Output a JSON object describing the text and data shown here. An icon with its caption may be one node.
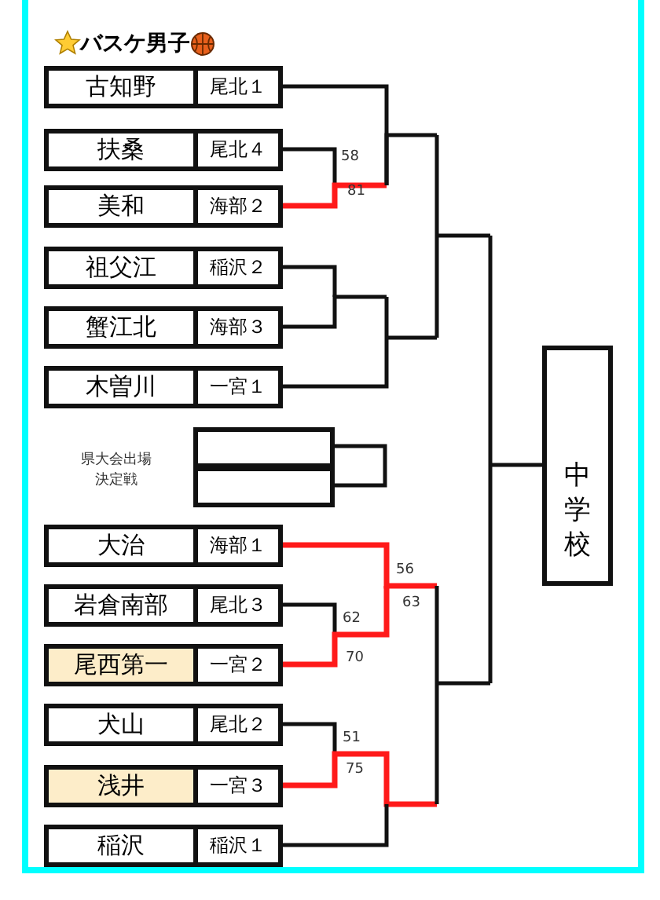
{
  "diagram": {
    "title": "バスケ男子",
    "nodes": [
      {
        "text": [
          "古知野",
          "尾北１"
        ]
      },
      {
        "text": [
          "扶桑",
          "尾北４"
        ]
      },
      {
        "text": [
          "美和",
          "海部２"
        ]
      },
      {
        "text": [
          "祖父江",
          "稲沢２"
        ]
      },
      {
        "text": [
          "蟹江北",
          "海部３"
        ]
      },
      {
        "text": [
          "木曽川",
          "一宮１"
        ]
      },
      {
        "text": [],
        "shape": "box"
      },
      {
        "text": [],
        "shape": "box"
      },
      {
        "text": [
          "大治",
          "海部１"
        ]
      },
      {
        "text": [
          "岩倉南部",
          "尾北３"
        ]
      },
      {
        "text": [
          "尾西第一",
          "一宮２"
        ]
      },
      {
        "text": [
          "犬山",
          "尾北２"
        ]
      },
      {
        "text": [
          "浅井",
          "一宮３"
        ]
      },
      {
        "text": [
          "稲沢",
          "稲沢１"
        ]
      },
      {
        "text": [
          "中学校"
        ]
      }
    ],
    "labels": [
      "58",
      "81",
      "県大会出場決定戦",
      "56",
      "63",
      "62",
      "70",
      "51",
      "75"
    ]
  }
}
